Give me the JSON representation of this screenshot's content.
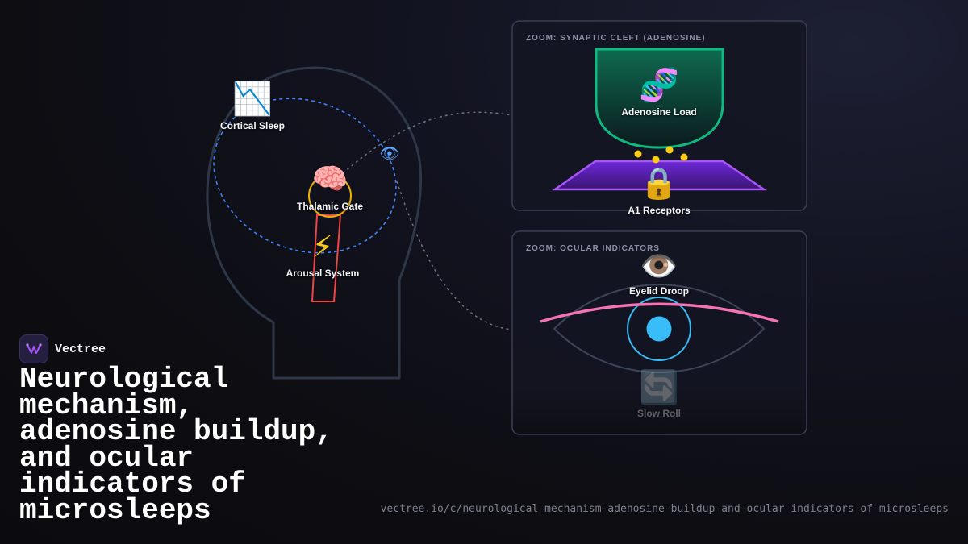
{
  "brand": {
    "name": "Vectree"
  },
  "title": "Neurological mechanism, adenosine buildup, and ocular indicators of microsleeps",
  "url": "vectree.io/c/neurological-mechanism-adenosine-buildup-and-ocular-indicators-of-microsleeps",
  "head_nodes": {
    "cortical_sleep": {
      "label": "Cortical Sleep",
      "icon": "chart-decreasing-icon",
      "glyph": "📉"
    },
    "thalamic_gate": {
      "label": "Thalamic Gate",
      "icon": "brain-icon",
      "glyph": "🧠"
    },
    "arousal_system": {
      "label": "Arousal System",
      "icon": "lightning-icon",
      "glyph": "⚡"
    },
    "eye_marker": {
      "icon": "eye-icon",
      "glyph": "👁"
    }
  },
  "panel_synaptic": {
    "title": "ZOOM: SYNAPTIC CLEFT (ADENOSINE)",
    "adenosine_label": "Adenosine Load",
    "adenosine_icon": "dna-icon",
    "adenosine_glyph": "🧬",
    "receptor_label": "A1 Receptors",
    "receptor_icon": "lock-icon",
    "receptor_glyph": "🔒"
  },
  "panel_ocular": {
    "title": "ZOOM: OCULAR INDICATORS",
    "eyelid_label": "Eyelid Droop",
    "eyelid_icon": "eye-icon",
    "eyelid_glyph": "👁️",
    "roll_label": "Slow Roll",
    "roll_icon": "rotate-arrows-icon",
    "roll_glyph": "🔄"
  },
  "colors": {
    "accent_blue": "#3b82f6",
    "gate_gold": "#eab308",
    "arousal_red": "#ef4444",
    "adenosine_green": "#10b981",
    "receptor_purple": "#a855f7",
    "molecule_yellow": "#facc15",
    "eyelid_pink": "#f472b6",
    "pupil_cyan": "#38bdf8"
  }
}
